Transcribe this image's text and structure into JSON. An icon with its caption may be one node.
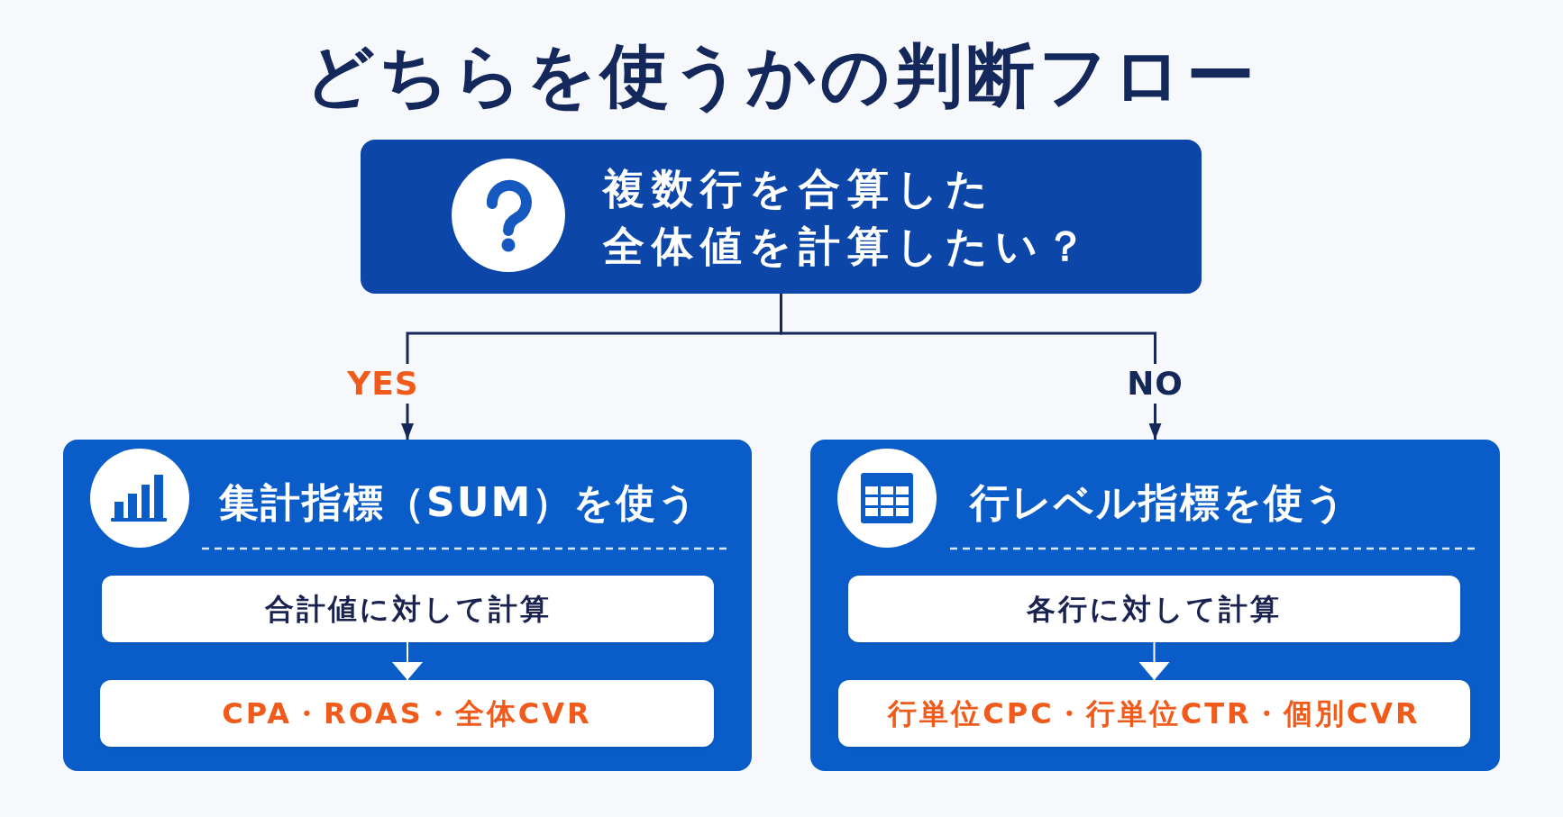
{
  "diagram": {
    "title": "どちらを使うかの判断フロー",
    "nodes": [
      {
        "text": [
          "複数行を合算した全体値を計算したい？"
        ]
      },
      {
        "text": [
          "集計指標（SUM）を使う"
        ]
      },
      {
        "text": [
          "合計値に対して計算"
        ],
        "in": 1
      },
      {
        "text": [
          "CPA・ROAS・全体CVR"
        ],
        "in": 1
      },
      {
        "text": [
          "行レベル指標を使う"
        ]
      },
      {
        "text": [
          "各行に対して計算"
        ],
        "in": 4
      },
      {
        "text": [
          "行単位CPC・行単位CTR・個別CVR"
        ],
        "in": 4
      }
    ],
    "edges": [
      {
        "from": 0,
        "to": 1,
        "arrow": "to",
        "label": "YES"
      },
      {
        "from": 0,
        "to": 4,
        "arrow": "to",
        "label": "NO"
      },
      {
        "from": 2,
        "to": 3,
        "arrow": "to",
        "color": "#ffffff"
      },
      {
        "from": 5,
        "to": 6,
        "arrow": "to",
        "color": "#ffffff"
      }
    ]
  }
}
